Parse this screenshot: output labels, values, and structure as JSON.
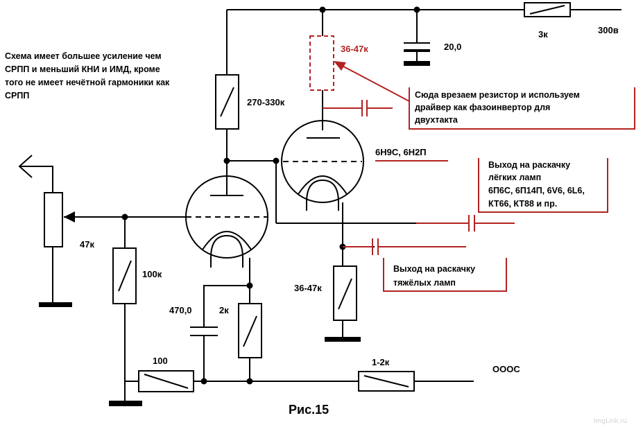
{
  "labels": {
    "supply_resistor": "3к",
    "supply_voltage": "300в",
    "filter_cap": "20,0",
    "insert_resistor": "36-47к",
    "anode_resistor": "270-330к",
    "tube_type": "6Н9С, 6Н2П",
    "pot": "47к",
    "grid_resistor": "100к",
    "cathode_cap": "470,0",
    "cathode_resistor": "2к",
    "lower_resistor": "36-47к",
    "bottom_resistor": "100",
    "feedback_resistor": "1-2к",
    "feedback": "ОООС",
    "figure": "Рис.15",
    "watermark": "ImgLink.ru"
  },
  "description": [
    "Схема имеет большее усиление чем",
    "СРПП и меньший КНИ и ИМД, кроме",
    "того не имеет нечётной гармоники как",
    "СРПП"
  ],
  "callout_insert": [
    "Сюда врезаем резистор и используем",
    "драйвер как фазоинвертор для",
    "двухтакта"
  ],
  "callout_light": [
    "Выход на раскачку",
    "лёгких ламп",
    "6П6С, 6П14П, 6V6, 6L6,",
    "КТ66, КТ88 и пр."
  ],
  "callout_heavy": [
    "Выход на раскачку",
    "тяжёлых ламп"
  ],
  "colors": {
    "wire": "#000000",
    "annotation": "#b22222"
  }
}
